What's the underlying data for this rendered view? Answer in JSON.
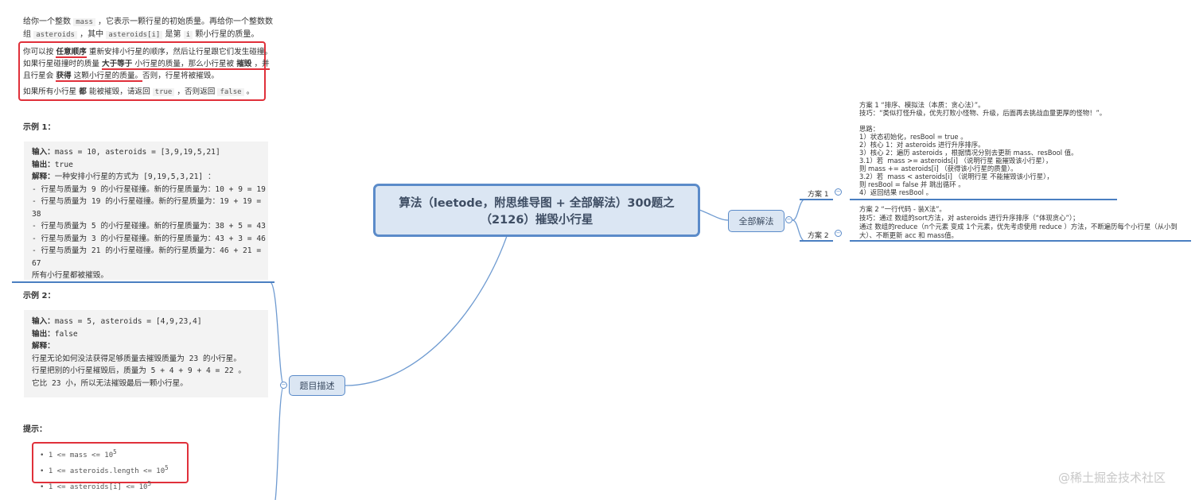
{
  "central": {
    "title_line1": "算法（leetode，附思维导图 + 全部解法）300题之",
    "title_line2": "（2126）摧毁小行星"
  },
  "nodes": {
    "description": "题目描述",
    "solutions": "全部解法",
    "plan1": "方案 1",
    "plan2": "方案 2"
  },
  "description": {
    "intro1": [
      "给你一个整数 ",
      "mass",
      " ，它表示一颗行星的初始质量。再给你一个整数数"
    ],
    "intro2": [
      "组 ",
      "asteroids",
      " ，其中 ",
      "asteroids[i]",
      " 是第 ",
      "i",
      " 颗小行星的质量。"
    ],
    "rule1": [
      "你可以按 ",
      "任意顺序",
      " 重新安排小行星的顺序，然后让行星跟它们发生碰撞。"
    ],
    "rule2": [
      "如果行星碰撞时的质量 ",
      "大于等于",
      " 小行星的质量，那么小行星被 ",
      "摧毁",
      " ，并"
    ],
    "rule3": [
      "且行星会 ",
      "获得",
      " 这颗小行星的质量。",
      "否则，行星将被摧毁。"
    ],
    "rule4": [
      "如果所有小行星 ",
      "都",
      " 能被摧毁，请返回 ",
      "true",
      " ，否则返回 ",
      "false",
      " 。"
    ],
    "example1_label": "示例 1：",
    "example1": [
      "输入：",
      "mass = 10, asteroids = [3,9,19,5,21]",
      "输出：",
      "true",
      "解释：",
      "一种安排小行星的方式为 [9,19,5,3,21] ：",
      "- 行星与质量为 9 的小行星碰撞。新的行星质量为：10 + 9 = 19",
      "- 行星与质量为 19 的小行星碰撞。新的行星质量为：19 + 19 =",
      "38",
      "- 行星与质量为 5 的小行星碰撞。新的行星质量为：38 + 5 = 43",
      "- 行星与质量为 3 的小行星碰撞。新的行星质量为：43 + 3 = 46",
      "- 行星与质量为 21 的小行星碰撞。新的行星质量为：46 + 21 =",
      "67",
      "所有小行星都被摧毁。"
    ],
    "example2_label": "示例 2：",
    "example2": [
      "输入：",
      "mass = 5, asteroids = [4,9,23,4]",
      "输出：",
      "false",
      "解释：",
      "行星无论如何没法获得足够质量去摧毁质量为 23 的小行星。",
      "行星把别的小行星摧毁后，质量为 5 + 4 + 9 + 4 = 22 。",
      "它比 23 小，所以无法摧毁最后一颗小行星。"
    ],
    "hints_label": "提示：",
    "hints": [
      [
        "1 <= mass <= 10",
        "5"
      ],
      [
        "1 <= asteroids.length <= 10",
        "5"
      ],
      [
        "1 <= asteroids[i] <= 10",
        "5"
      ]
    ]
  },
  "plan1_text": "方案 1 “排序、模拟法（本质：贪心法）”。\n技巧：“类似打怪升级，优先打败小怪物、升级，后面再去挑战血量更厚的怪物！”。\n\n思路：\n1）状态初始化，resBool = true 。\n2）核心 1：对 asteroids 进行升序排序。\n3）核心 2：遍历 asteroids ，根据情况分别去更新 mass、resBool 值。\n3.1）若  mass >= asteroids[i] （说明行星 能摧毁该小行星），\n则 mass += asteroids[i] （获得该小行星的质量）。\n3.2）若  mass < asteroids[i] （说明行星 不能摧毁该小行星），\n则 resBool = false 并 跳出循环 。\n4）返回结果 resBool 。",
  "plan2_text": "方案 2 “一行代码 - 装X法”。\n技巧：通过 数组的sort方法，对 asteroids 进行升序排序（“体现贪心”）；\n通过 数组的reduce（n个元素 变成 1个元素，优先考虑使用 reduce ）方法，不断遍历每个小行星（从小到\n大）、不断更新 acc 和 mass值。",
  "watermark": "@稀土掘金技术社区",
  "colors": {
    "node_fill": "#dbe6f3",
    "node_border": "#5b8bc9",
    "highlight": "#e0303a"
  }
}
